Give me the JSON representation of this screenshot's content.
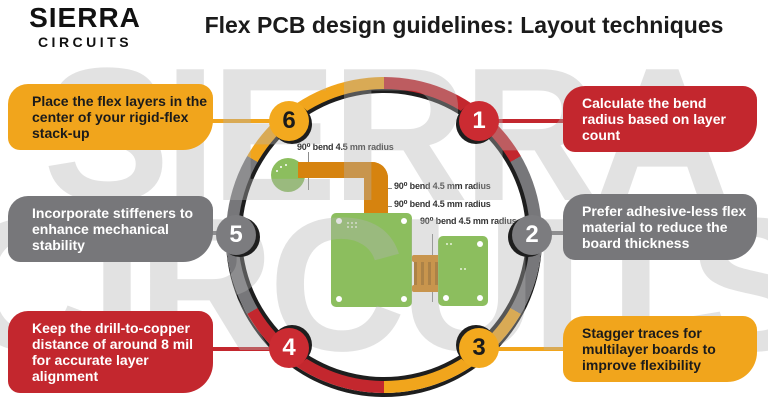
{
  "logo": {
    "line1": "SIERRA",
    "line2": "CIRCUITS"
  },
  "title": "Flex PCB design guidelines: Layout techniques",
  "watermark": {
    "line1": "SIERRA",
    "line2": "CIRCUITS"
  },
  "colors": {
    "yellow": "#F1A51C",
    "red": "#C3272E",
    "gray": "#77777A",
    "dark_edge": "#1E1E1E",
    "board_green": "#8CBE5E",
    "flex_orange": "#D6830F",
    "background": "#FFFFFF"
  },
  "steps": [
    {
      "number": "1",
      "color": "red",
      "label": "Calculate the bend radius based on layer count"
    },
    {
      "number": "2",
      "color": "gray",
      "label": "Prefer adhesive-less flex material to reduce the board thickness"
    },
    {
      "number": "3",
      "color": "yellow",
      "label": "Stagger traces for multilayer boards to improve flexibility"
    },
    {
      "number": "4",
      "color": "red",
      "label": "Keep the drill-to-copper distance of around 8 mil for accurate layer alignment"
    },
    {
      "number": "5",
      "color": "gray",
      "label": "Incorporate stiffeners to enhance mechanical stability"
    },
    {
      "number": "6",
      "color": "yellow",
      "label": "Place the flex layers in the center of your rigid-flex stack-up"
    }
  ],
  "diagram": {
    "annotations": [
      "90⁰ bend 4.5 mm radius",
      "90⁰ bend 4.5 mm radius",
      "90⁰ bend 4.5 mm radius",
      "90⁰ bend 4.5 mm radius"
    ]
  }
}
